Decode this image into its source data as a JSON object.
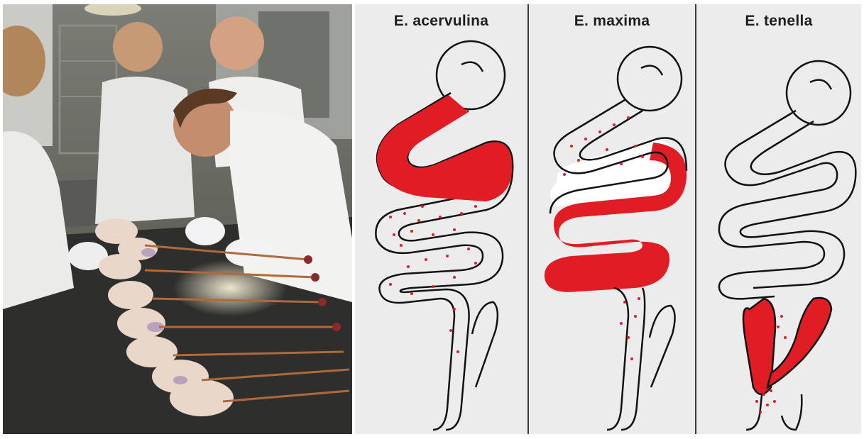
{
  "colors": {
    "infection": "#e01c24",
    "outline": "#111111",
    "panel_bg": "#ececec",
    "title": "#1e1e1e"
  },
  "photo": {
    "subject": "lab-necropsy-photo"
  },
  "panels": [
    {
      "title": "E. acervulina"
    },
    {
      "title": "E. maxima"
    },
    {
      "title": "E. tenella"
    }
  ]
}
